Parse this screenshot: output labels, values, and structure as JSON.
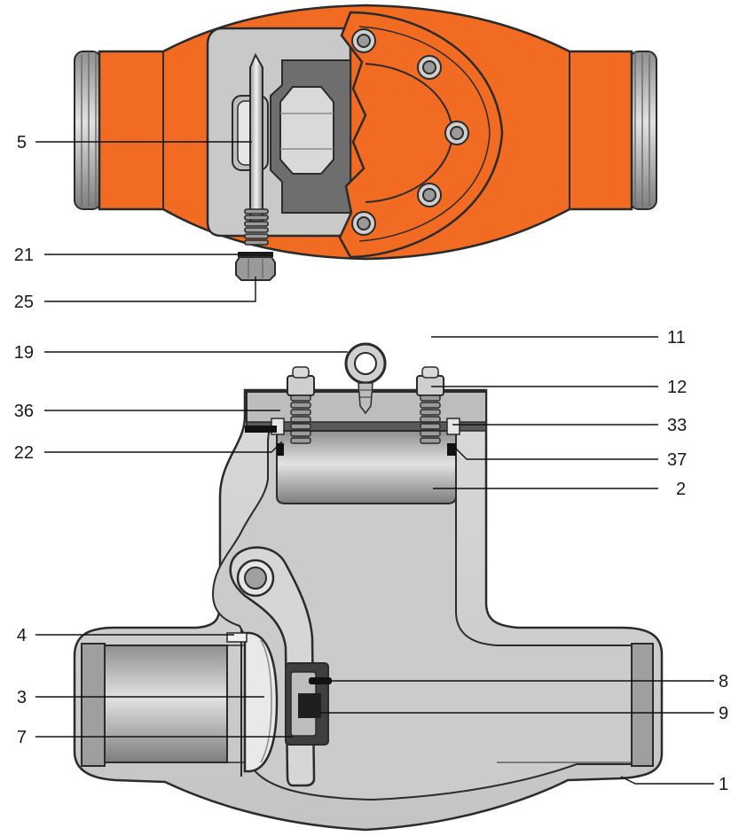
{
  "diagram": {
    "colors": {
      "orange": "#F26B23",
      "orange_dark": "#C9531A",
      "steel_light": "#D6D6D6",
      "steel_mid": "#A9A9A9",
      "steel_dark": "#6E6E6E",
      "outline": "#2B2B2B"
    },
    "callouts": {
      "c5": "5",
      "c21": "21",
      "c25": "25",
      "c19": "19",
      "c36": "36",
      "c22": "22",
      "c4": "4",
      "c3": "3",
      "c7": "7",
      "c11": "11",
      "c12": "12",
      "c33": "33",
      "c37": "37",
      "c2": "2",
      "c8": "8",
      "c9": "9",
      "c1": "1"
    }
  }
}
